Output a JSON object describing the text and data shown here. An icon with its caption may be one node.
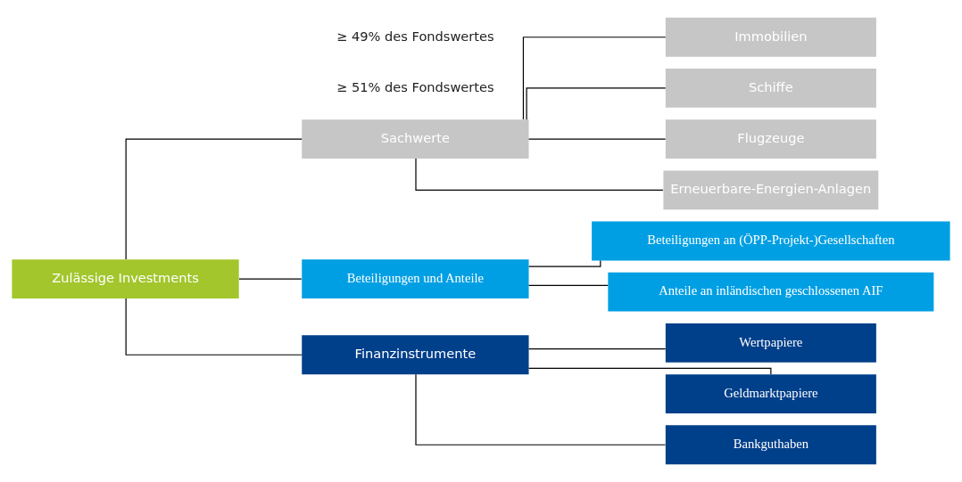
{
  "diagram": {
    "nodes": [
      {
        "text": [
          "Zulässige Investments"
        ]
      },
      {
        "text": [
          "Sachwerte"
        ]
      },
      {
        "text": [
          "Beteiligungen und Anteile"
        ]
      },
      {
        "text": [
          "Finanzinstrumente"
        ]
      },
      {
        "text": [
          "Immobilien"
        ]
      },
      {
        "text": [
          "Schiffe"
        ]
      },
      {
        "text": [
          "Flugzeuge"
        ]
      },
      {
        "text": [
          "Erneuerbare-Energien-Anlagen"
        ]
      },
      {
        "text": [
          "Beteiligungen an (ÖPP-Projekt-)Gesellschaften"
        ]
      },
      {
        "text": [
          "Anteile an inländischen geschlossenen AIF"
        ]
      },
      {
        "text": [
          "Wertpapiere"
        ]
      },
      {
        "text": [
          "Geldmarktpapiere"
        ]
      },
      {
        "text": [
          "Bankguthaben"
        ]
      }
    ],
    "edges": [
      {
        "from": 0,
        "to": 1,
        "arrow": "none"
      },
      {
        "from": 0,
        "to": 2,
        "arrow": "none"
      },
      {
        "from": 0,
        "to": 3,
        "arrow": "none"
      },
      {
        "from": 1,
        "to": 4,
        "arrow": "none"
      },
      {
        "from": 1,
        "to": 5,
        "arrow": "none"
      },
      {
        "from": 1,
        "to": 6,
        "arrow": "none"
      },
      {
        "from": 1,
        "to": 7,
        "arrow": "none"
      },
      {
        "from": 2,
        "to": 8,
        "arrow": "none"
      },
      {
        "from": 2,
        "to": 9,
        "arrow": "none"
      },
      {
        "from": 3,
        "to": 10,
        "arrow": "none"
      },
      {
        "from": 3,
        "to": 11,
        "arrow": "none"
      },
      {
        "from": 3,
        "to": 12,
        "arrow": "none"
      }
    ],
    "labels": [
      "≥ 51% des Fondswertes",
      "≥ 49% des Fondswertes"
    ]
  }
}
